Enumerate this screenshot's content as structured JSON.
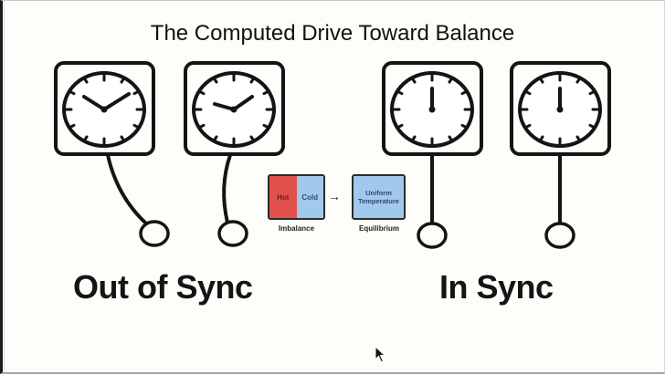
{
  "title": "The Computed Drive Toward Balance",
  "groups": {
    "out_of_sync": {
      "label": "Out of Sync"
    },
    "in_sync": {
      "label": "In Sync"
    }
  },
  "clocks": [
    {
      "id": "clock-1",
      "state": "out-of-sync",
      "time": "10:10",
      "pendulum": "swinging-right"
    },
    {
      "id": "clock-2",
      "state": "out-of-sync",
      "time": "9:08",
      "pendulum": "swinging-left"
    },
    {
      "id": "clock-3",
      "state": "in-sync",
      "time": "12:00",
      "pendulum": "vertical"
    },
    {
      "id": "clock-4",
      "state": "in-sync",
      "time": "12:00",
      "pendulum": "vertical"
    }
  ],
  "diagram": {
    "imbalance": {
      "hot_label": "Hot",
      "cold_label": "Cold",
      "caption": "Imbalance"
    },
    "arrow": "→",
    "equilibrium": {
      "line1": "Uniform",
      "line2": "Temperature",
      "caption": "Equilibrium"
    }
  },
  "colors": {
    "hot": "#e0524b",
    "cold": "#a3c8ee",
    "ink": "#141414",
    "background": "#fdfdf9"
  }
}
